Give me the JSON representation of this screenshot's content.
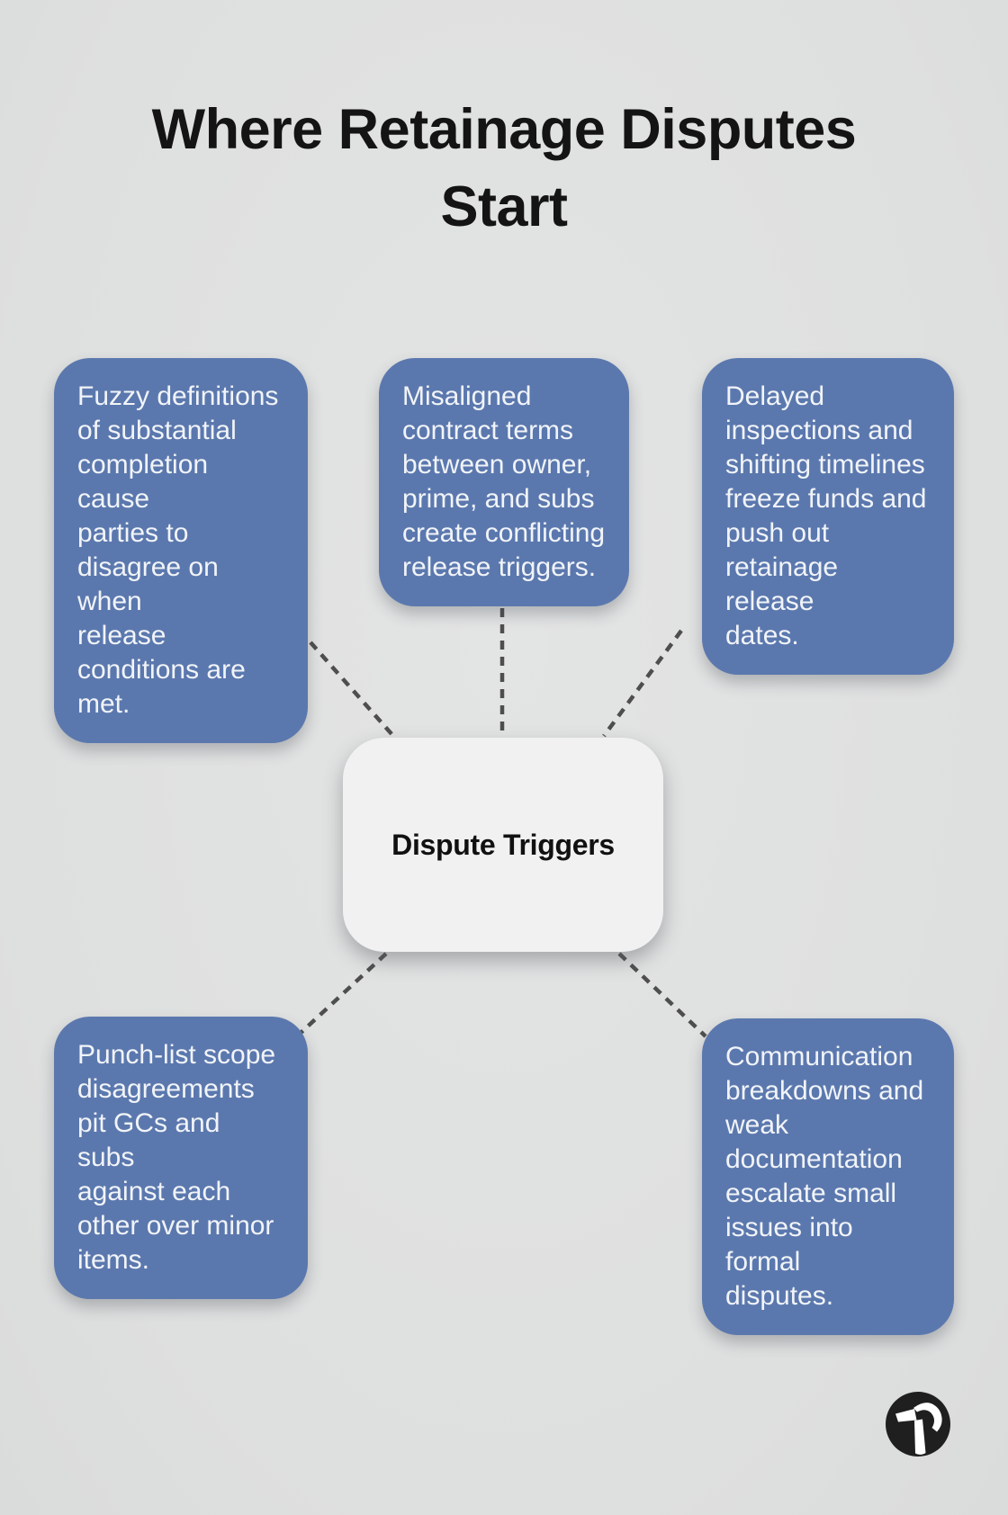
{
  "title": {
    "text": "Where Retainage Disputes\nStart"
  },
  "center_node": {
    "label": "Dispute Triggers"
  },
  "trigger_nodes": [
    {
      "id": "top-left",
      "text": "Fuzzy definitions\nof substantial\ncompletion cause\nparties to\ndisagree on when\nrelease\nconditions are\nmet."
    },
    {
      "id": "top-middle",
      "text": "Misaligned\ncontract terms\nbetween owner,\nprime, and subs\ncreate conflicting\nrelease triggers."
    },
    {
      "id": "top-right",
      "text": "Delayed\ninspections and\nshifting timelines\nfreeze funds and\npush out\nretainage release\ndates."
    },
    {
      "id": "bottom-left",
      "text": "Punch-list scope\ndisagreements\npit GCs and subs\nagainst each\nother over minor\nitems."
    },
    {
      "id": "bottom-right",
      "text": "Communication\nbreakdowns and\nweak\ndocumentation\nescalate small\nissues into formal\ndisputes."
    }
  ],
  "colors": {
    "background": "#e0e1e1",
    "node_blue": "#5b78ae",
    "node_text": "#f1f4f8",
    "center_bg": "#f1f1f2",
    "title_text": "#141414",
    "connector": "#4e4e4e",
    "logo_bg": "#1f1f1f",
    "logo_glyph": "#ffffff"
  },
  "logo": {
    "icon": "hammer-icon"
  }
}
